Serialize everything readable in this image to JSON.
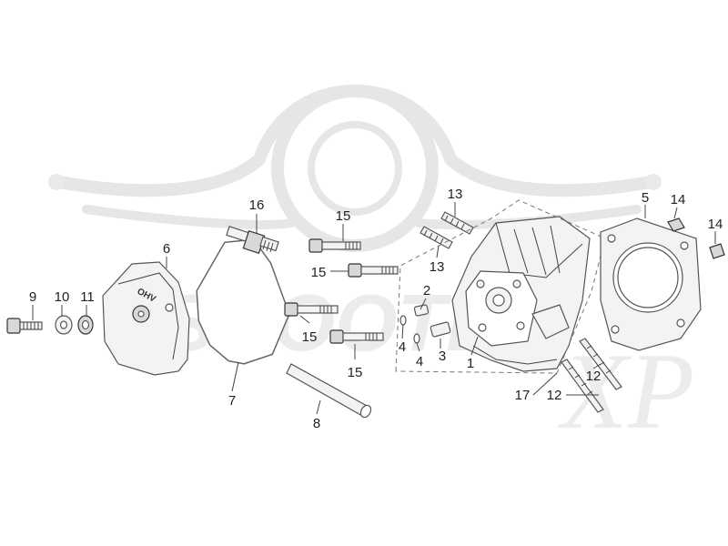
{
  "diagram": {
    "callouts": {
      "c1": "1",
      "c2": "2",
      "c3": "3",
      "c4a": "4",
      "c4b": "4",
      "c5": "5",
      "c6": "6",
      "c7": "7",
      "c8": "8",
      "c9": "9",
      "c10": "10",
      "c11": "11",
      "c12a": "12",
      "c12b": "12",
      "c13a": "13",
      "c13b": "13",
      "c14a": "14",
      "c14b": "14",
      "c15a": "15",
      "c15b": "15",
      "c15c": "15",
      "c15d": "15",
      "c16": "16",
      "c17": "17"
    },
    "cover_marking": "OHV",
    "watermark": {
      "brand": "SCOOTER",
      "brand_suffix": "XP"
    }
  },
  "colors": {
    "line": "#444444",
    "part_fill": "#f3f3f3",
    "watermark": "#e6e6e6"
  }
}
